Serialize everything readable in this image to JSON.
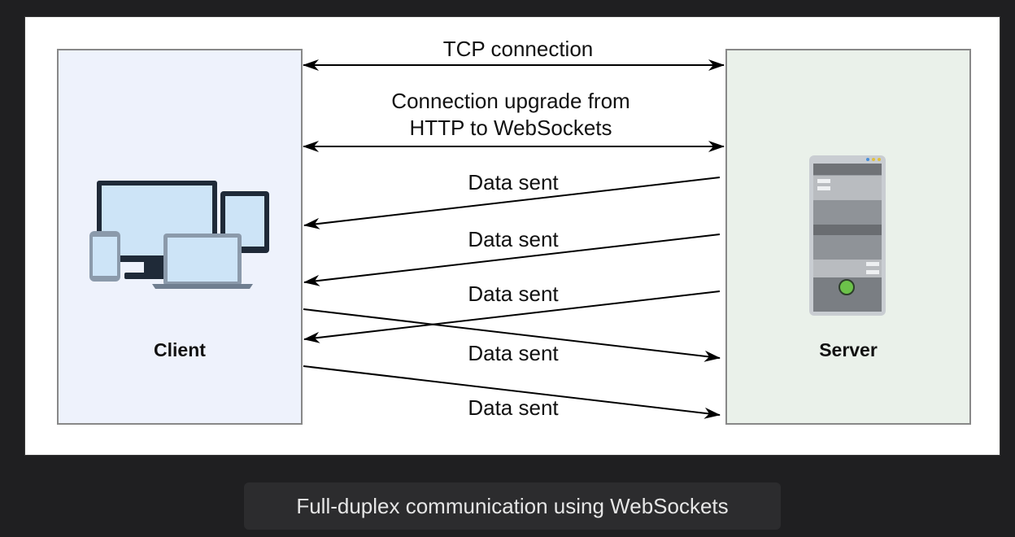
{
  "diagram": {
    "client": {
      "label": "Client",
      "icon": "devices-icon",
      "fill": "#eef2fc"
    },
    "server": {
      "label": "Server",
      "icon": "server-rack-icon",
      "fill": "#eaf1ea"
    },
    "connections": [
      {
        "label": "TCP connection",
        "direction": "bidirectional"
      },
      {
        "label_line1": "Connection upgrade from",
        "label_line2": "HTTP to WebSockets",
        "direction": "bidirectional"
      },
      {
        "label": "Data sent",
        "direction": "server-to-client"
      },
      {
        "label": "Data sent",
        "direction": "server-to-client"
      },
      {
        "label": "Data sent",
        "direction": "server-to-client"
      },
      {
        "label": "Data sent",
        "direction": "client-to-server"
      },
      {
        "label": "Data sent",
        "direction": "client-to-server"
      }
    ]
  },
  "caption": "Full-duplex communication using WebSockets"
}
